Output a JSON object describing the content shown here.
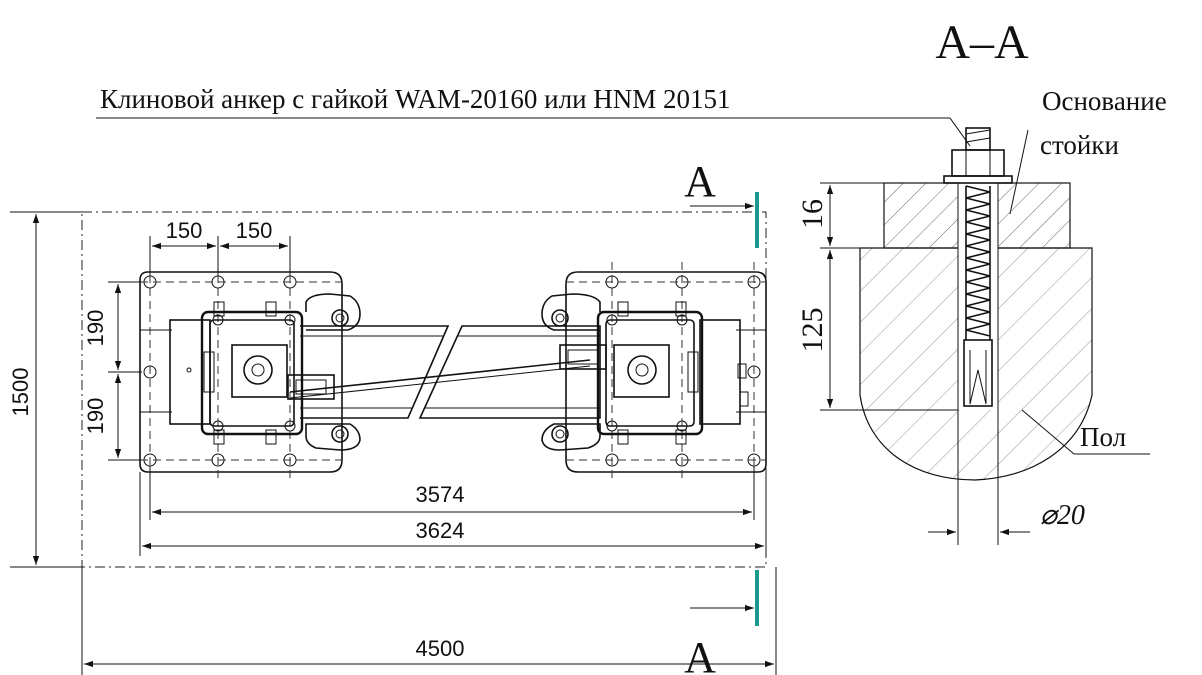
{
  "section_title": "A–A",
  "anchor_callout": "Клиновой анкер с гайкой WAM-20160 или HNM 20151",
  "base_label_line1": "Основание",
  "base_label_line2": "стойки",
  "floor_label": "Пол",
  "section_marker": "A",
  "dimensions": {
    "overall_width": "4500",
    "overall_height": "1500",
    "inner_width_1": "3574",
    "inner_width_2": "3624",
    "bolt_spacing_1": "150",
    "bolt_spacing_2": "150",
    "vertical_spacing_1": "190",
    "vertical_spacing_2": "190",
    "plate_thickness": "16",
    "anchor_depth": "125",
    "hole_diameter": "⌀20"
  },
  "colors": {
    "section_marker": "#1a9a8a",
    "line": "#111111"
  }
}
